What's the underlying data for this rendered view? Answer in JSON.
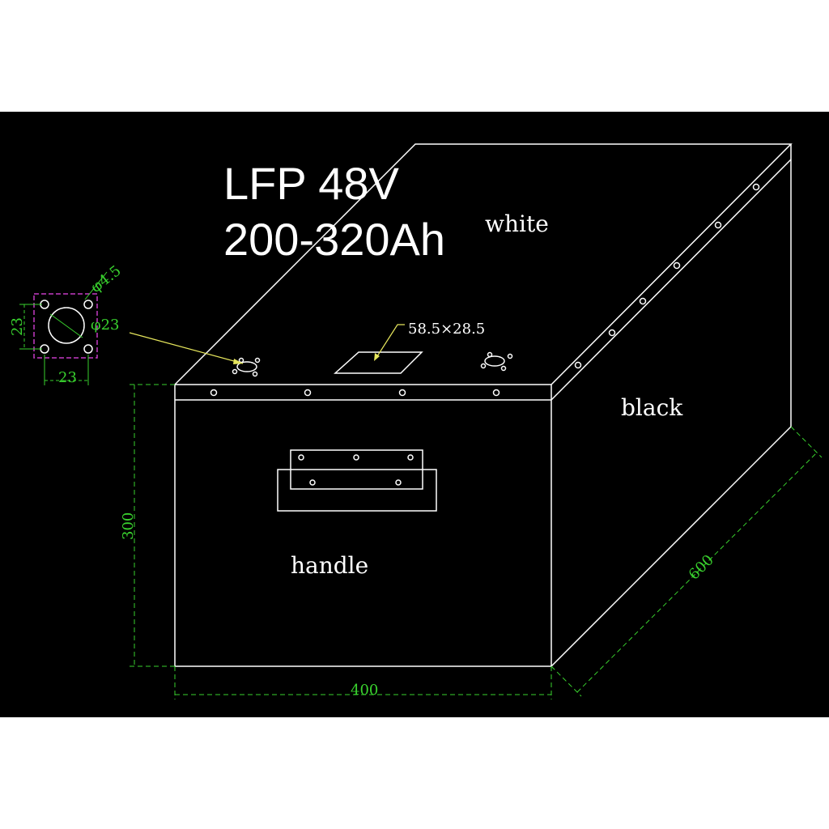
{
  "title": {
    "line1": "LFP 48V",
    "line2": "200-320Ah"
  },
  "labels": {
    "top": "white",
    "side": "black",
    "handle": "handle"
  },
  "dimensions": {
    "height": "300",
    "width": "400",
    "depth": "600",
    "hole_diameter": "φ4.5",
    "terminal_diameter": "φ23",
    "flange_height": "23",
    "flange_width": "23",
    "display_window": "58.5×28.5"
  },
  "colors": {
    "background": "#000000",
    "outline": "#ffffff",
    "dimension": "#39d12e",
    "flange_outline": "#c43bc4",
    "leader": "#e6e65c"
  }
}
